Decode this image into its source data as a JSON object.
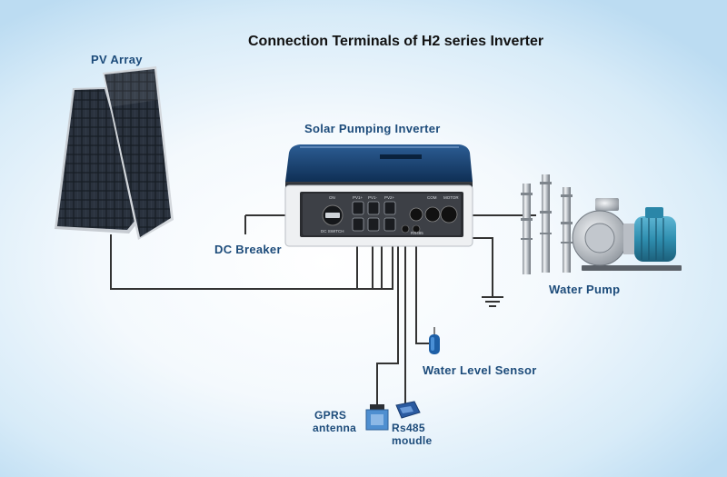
{
  "title": "Connection Terminals of H2 series Inverter",
  "labels": {
    "pv_array": "PV Array",
    "inverter": "Solar Pumping Inverter",
    "dc_breaker": "DC Breaker",
    "water_pump": "Water Pump",
    "water_level_sensor": "Water Level Sensor",
    "gprs_line1": "GPRS",
    "gprs_line2": "antenna",
    "rs485_line1": "Rs485",
    "rs485_line2": "moudle"
  },
  "inverter_panel": {
    "terminal_on": "ON",
    "terminal_pv1": "PV1+",
    "terminal_pv2": "PV1-",
    "terminal_pv3": "PV2+",
    "terminal_com": "COM",
    "terminal_motor": "MOTOR",
    "terminal_dc_switch": "DC SWITCH",
    "terminal_rs": "RS485"
  },
  "colors": {
    "title": "#111111",
    "label": "#1c4b7a",
    "wire": "#333333",
    "inverter_top": "#1d4a7c",
    "pump_motor": "#2f8fb0"
  },
  "icons": [
    "solar-panel-icon",
    "inverter-icon",
    "submersible-pump-icon",
    "surface-pump-icon",
    "ground-symbol-icon",
    "sensor-icon",
    "gprs-module-icon",
    "rs485-module-icon"
  ]
}
